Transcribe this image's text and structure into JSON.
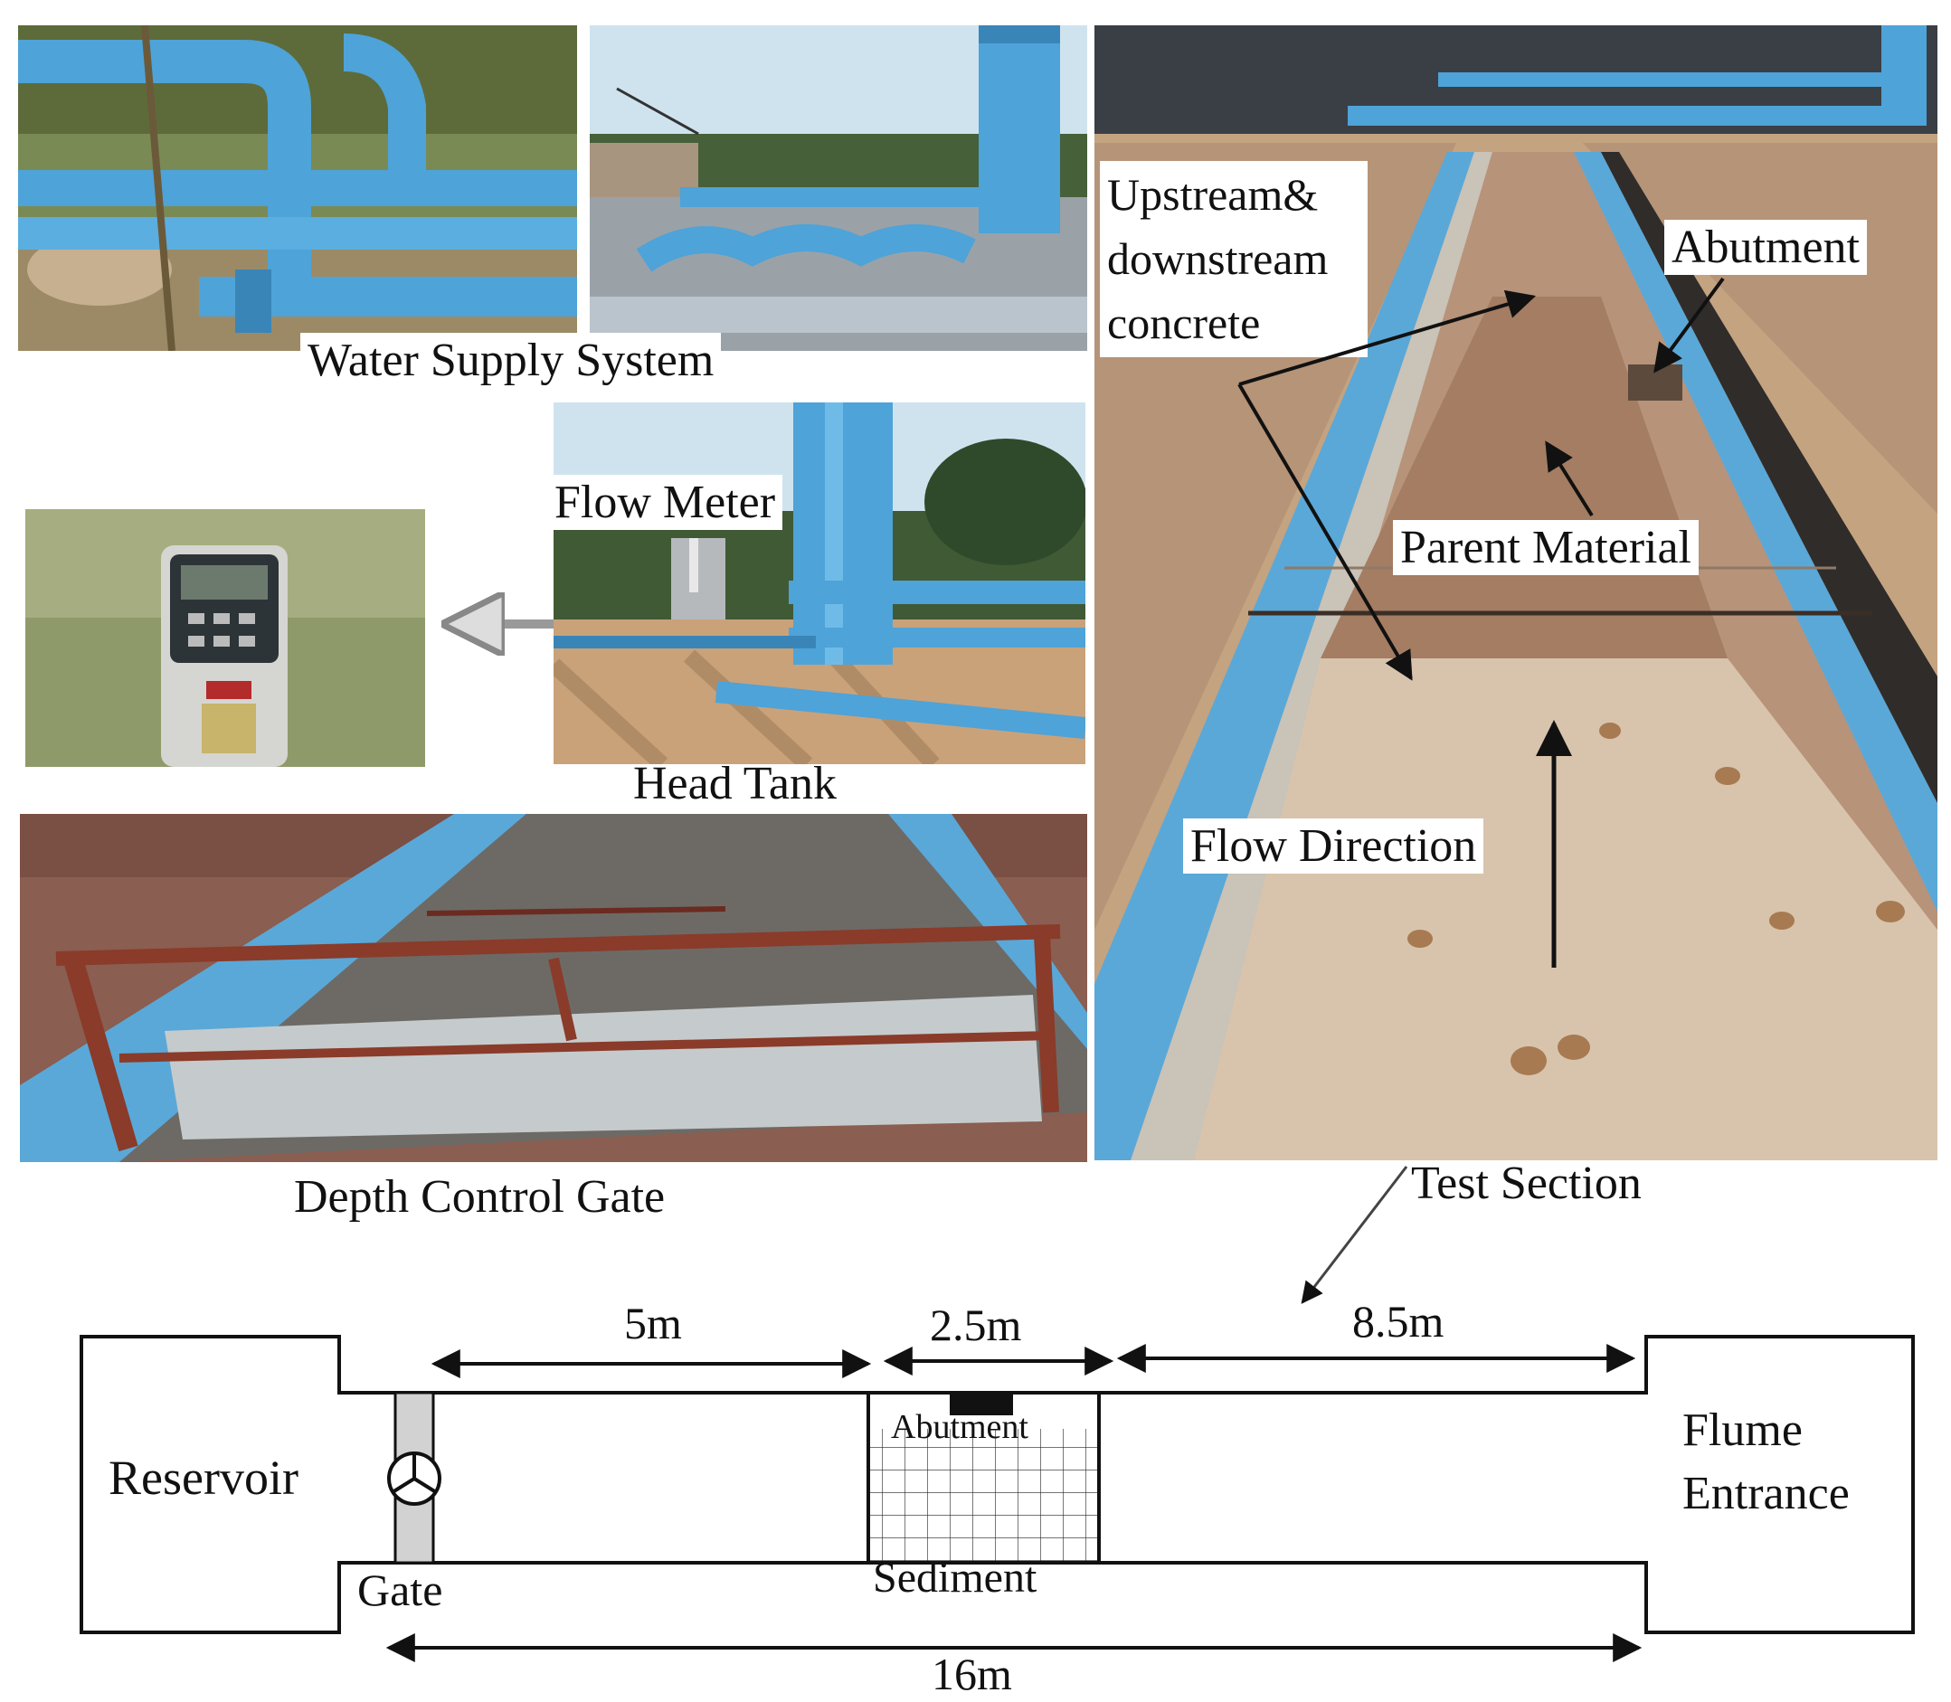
{
  "labels": {
    "water_supply": "Water Supply System",
    "flow_meter": "Flow Meter",
    "head_tank": "Head Tank",
    "depth_gate": "Depth Control Gate",
    "upstream": "Upstream& downstream concrete",
    "abutment_photo": "Abutment",
    "parent_material": "Parent Material",
    "flow_direction": "Flow Direction",
    "test_section": "Test Section"
  },
  "schematic": {
    "dim_5": "5m",
    "dim_2_5": "2.5m",
    "dim_8_5": "8.5m",
    "dim_16": "16m",
    "reservoir": "Reservoir",
    "gate": "Gate",
    "abutment": "Abutment",
    "sediment": "Sediment",
    "flume": "Flume",
    "entrance": "Entrance"
  },
  "colors": {
    "pipe_blue": "#4ea3d8",
    "sky": "#cfe3ef",
    "sand": "#c9a27a",
    "concrete": "#bfae98",
    "rust": "#8a3b2a"
  }
}
